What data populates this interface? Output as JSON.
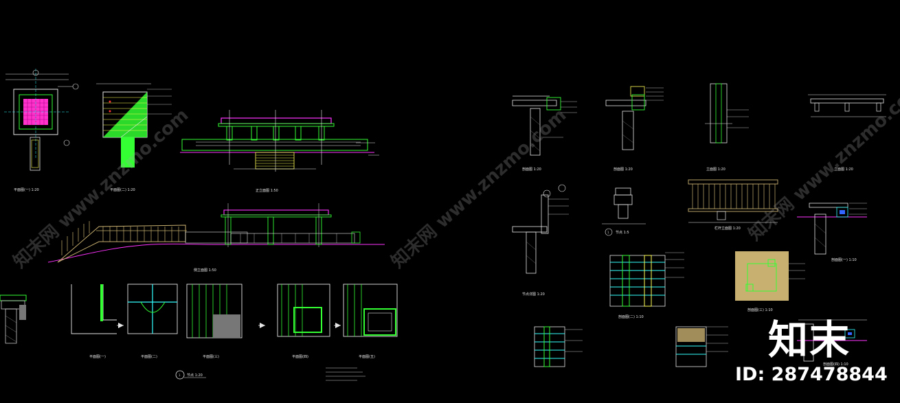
{
  "watermarks": {
    "site_text": "知末网 www.znzmo.com",
    "brand": "知末",
    "id_label": "ID: 287478844"
  },
  "drawing": {
    "left_sheet": {
      "view_titles": [
        "平面图(一) 1:20",
        "平面图(二) 1:20",
        "正立面图 1:50",
        "侧立面图 1:50",
        "节点 1:20",
        "平面图(一)",
        "平面图(二)",
        "平面图(三)",
        "平面图(四)",
        "平面图(五)"
      ],
      "callout": "1"
    },
    "right_sheet": {
      "view_titles": [
        "剖面图 1:20",
        "剖面图 1:20",
        "立面图 1:20",
        "立面图 1:20",
        "节点详图 1:20",
        "节点 1:5",
        "栏杆立面图 1:20",
        "剖面图(一) 1:10",
        "剖面图(二) 1:10",
        "剖面图(三) 1:10",
        "剖面图(四) 1:10"
      ],
      "callout": "1"
    },
    "colors": {
      "line_white": "#e6e6e6",
      "line_green": "#33ff33",
      "line_yellow": "#ffff55",
      "line_cyan": "#33ffff",
      "line_magenta": "#ff33ff",
      "fill_magenta": "#ff33cc",
      "fill_tan": "#c8b070"
    }
  }
}
